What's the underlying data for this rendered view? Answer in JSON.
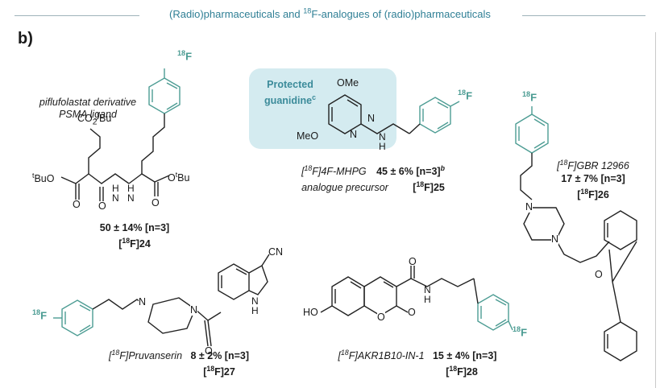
{
  "header": {
    "title_pre": "(Radio)pharmaceuticals and ",
    "title_sup": "18",
    "title_post": "F-analogues of (radio)pharmaceuticals"
  },
  "panel_label": "b)",
  "compounds": [
    {
      "id": "24",
      "name_line1": "piflufolastat derivative",
      "name_line2": "PSMA ligand",
      "yield": "50 ± 14% [n=3]",
      "label_sup": "18",
      "label_el": "F]",
      "label_num": "24"
    },
    {
      "id": "25",
      "box_label_line1": "Protected",
      "box_label_line2": "guanidine",
      "box_label_sup": "c",
      "name_pre": "[",
      "name_sup": "18",
      "name_post": "F]4F-MHPG",
      "name_line2": "analogue precursor",
      "yield": "45 ± 6% [n=3]",
      "yield_sup": "b",
      "label_sup": "18",
      "label_el": "F]",
      "label_num": "25"
    },
    {
      "id": "26",
      "name_pre": "[",
      "name_sup": "18",
      "name_post": "F]GBR 12966",
      "yield": "17 ± 7% [n=3]",
      "label_sup": "18",
      "label_el": "F]",
      "label_num": "26"
    },
    {
      "id": "27",
      "name_pre": "[",
      "name_sup": "18",
      "name_post": "F]Pruvanserin",
      "yield": "8 ± 2% [n=3]",
      "label_sup": "18",
      "label_el": "F]",
      "label_num": "27"
    },
    {
      "id": "28",
      "name_pre": "[",
      "name_sup": "18",
      "name_post": "F]AKR1B10-IN-1",
      "yield": "15 ± 4% [n=3]",
      "label_sup": "18",
      "label_el": "F]",
      "label_num": "28"
    }
  ],
  "atoms": {
    "co2tbu": "CO",
    "co2tbu_sub": "2",
    "co2tbu_t": "t",
    "co2tbu_bu": "Bu",
    "tbuo_t": "t",
    "tbuo": "BuO",
    "o": "O",
    "h": "H",
    "n": "N",
    "nh": "NH",
    "ot": "O",
    "ot_t": "t",
    "ot_bu": "Bu",
    "f": "F",
    "f_sup": "18",
    "ome": "OMe",
    "meo": "MeO",
    "cn": "CN",
    "ho": "HO"
  },
  "colors": {
    "accent": "#2f7f95",
    "box": "#d4ebf0",
    "fluoro_ring": "#4c9c93"
  }
}
